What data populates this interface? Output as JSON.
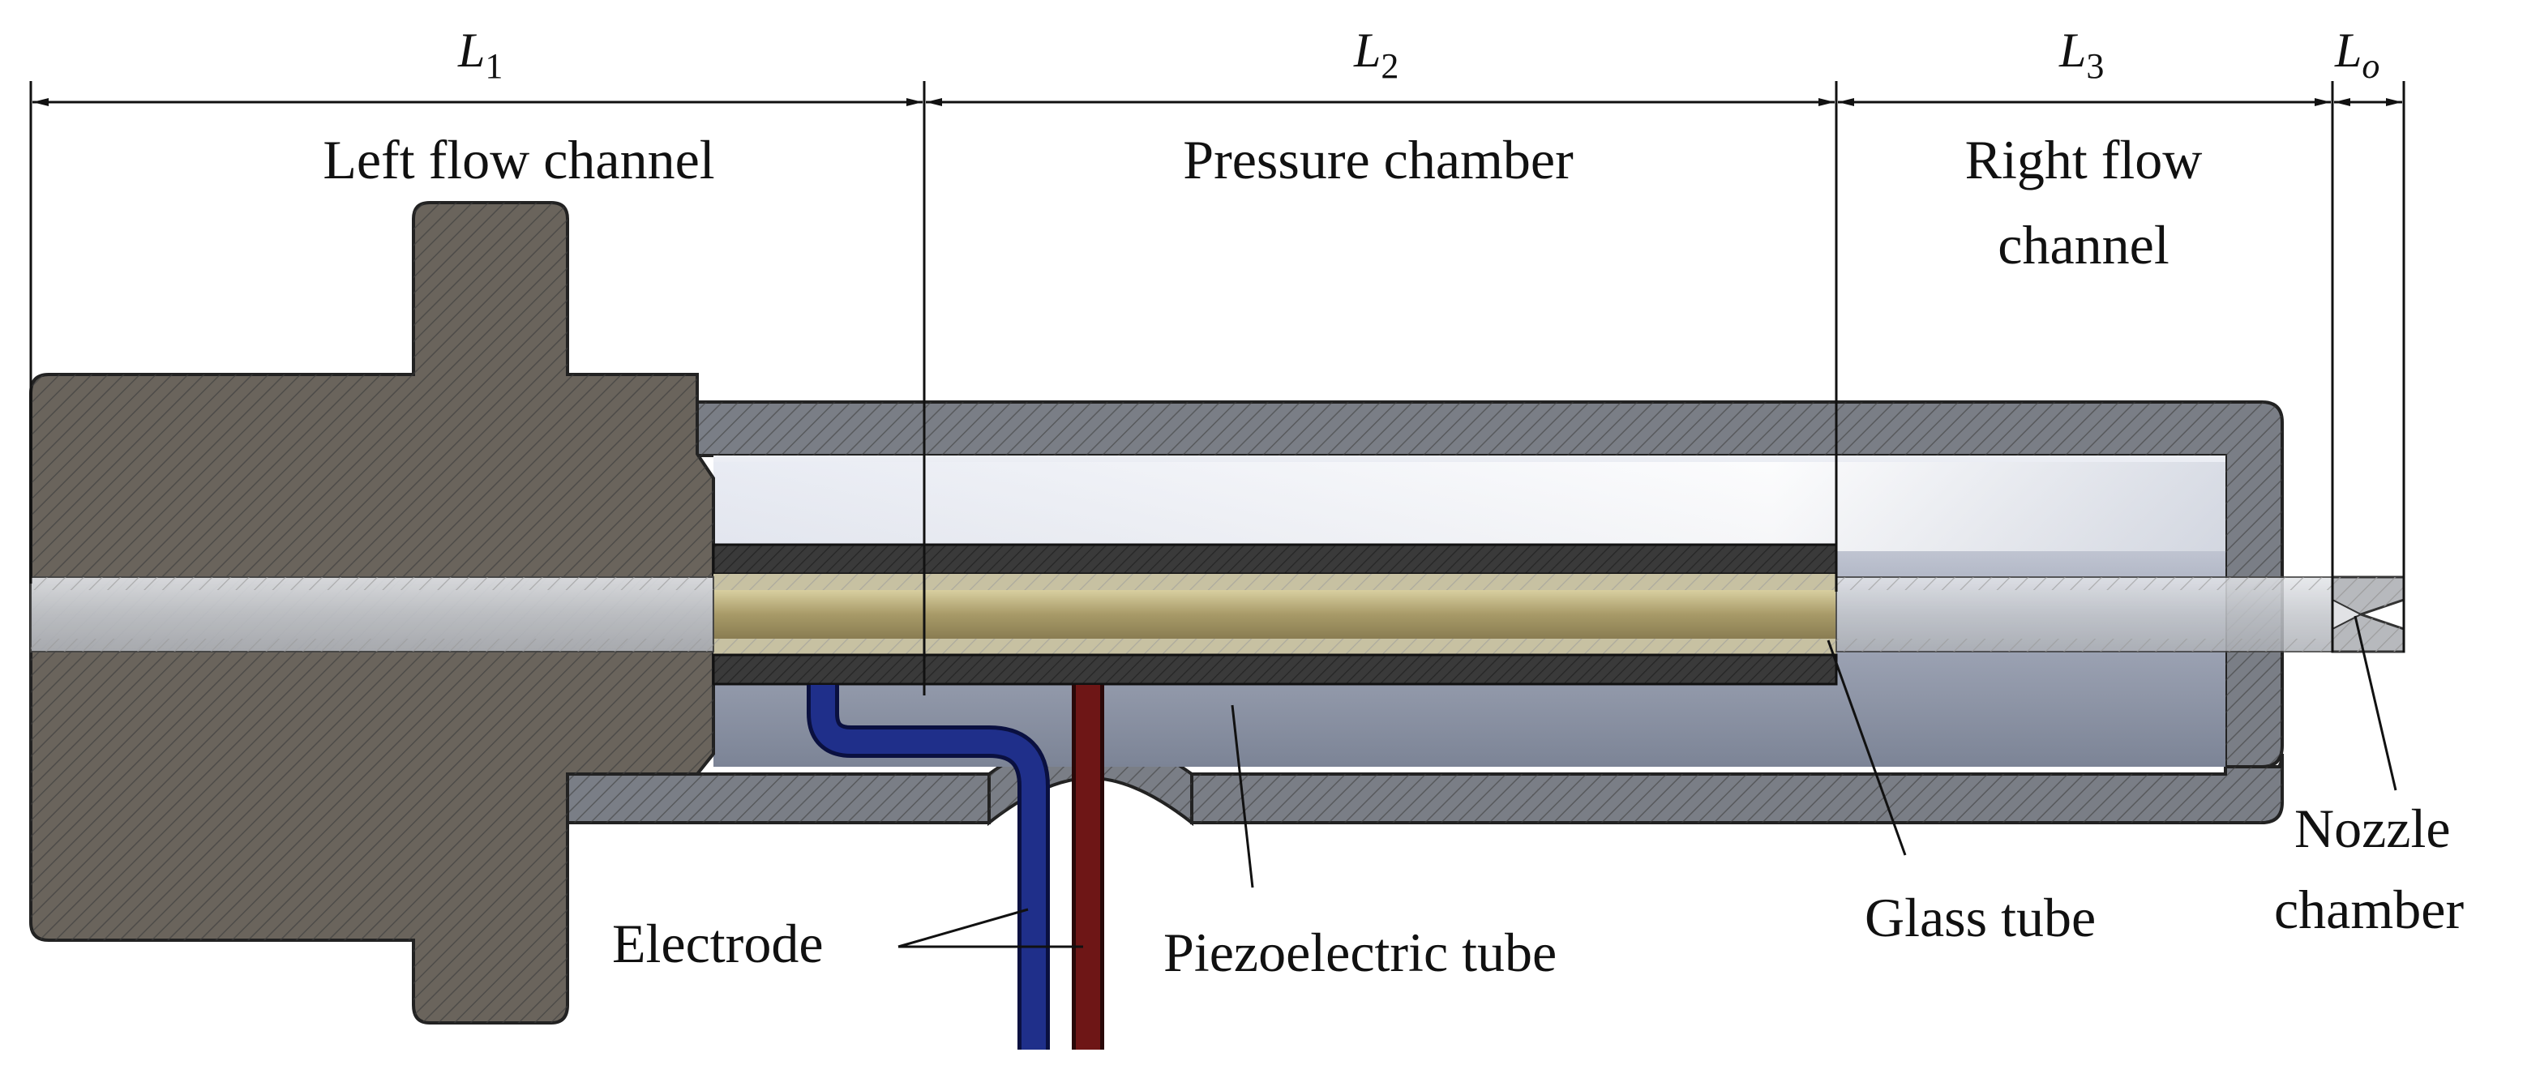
{
  "dimensions": {
    "l1": {
      "letter": "L",
      "sub": "1"
    },
    "l2": {
      "letter": "L",
      "sub": "2"
    },
    "l3": {
      "letter": "L",
      "sub": "3"
    },
    "lo": {
      "letter": "L",
      "sub": "o"
    }
  },
  "regions": {
    "left_flow_channel": "Left flow channel",
    "pressure_chamber": "Pressure chamber",
    "right_flow_channel_line1": "Right flow",
    "right_flow_channel_line2": "channel"
  },
  "callouts": {
    "electrode": "Electrode",
    "piezoelectric_tube": "Piezoelectric tube",
    "glass_tube": "Glass tube",
    "nozzle_chamber_line1": "Nozzle",
    "nozzle_chamber_line2": "chamber"
  },
  "colors": {
    "housing_fill": "#7a7e86",
    "fitting_fill": "#6a645c",
    "cavity_fill": "#b8bcc8",
    "piezo_fill": "#a4976a",
    "piezo_layer": "#3a3a3a",
    "glass_fill": "#c9cbcf",
    "electrode_blue": "#1f2f8a",
    "electrode_red": "#6e1616"
  }
}
